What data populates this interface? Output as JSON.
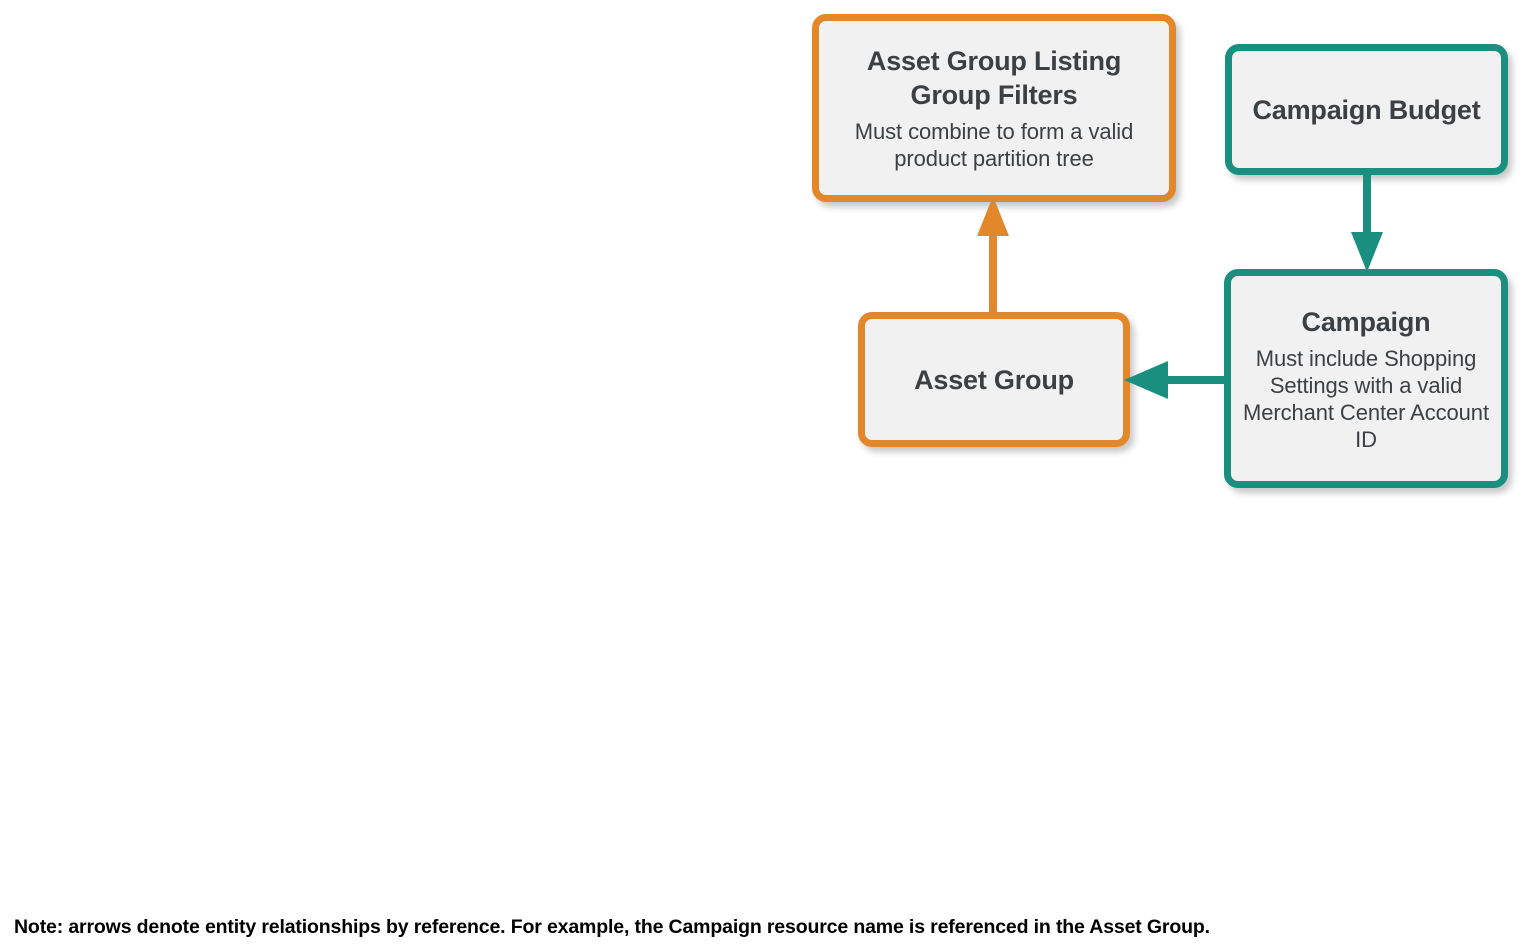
{
  "diagram": {
    "colors": {
      "orange": "#e2882b",
      "teal": "#1a8f80",
      "node_fill": "#f1f1f1",
      "text": "#3c4043",
      "note_text": "#000000",
      "background": "#ffffff"
    },
    "nodes": [
      {
        "id": "asset-group-listing-group-filters",
        "title": "Asset Group Listing Group Filters",
        "description": "Must combine to form a valid product partition tree",
        "color": "orange"
      },
      {
        "id": "campaign-budget",
        "title": "Campaign Budget",
        "description": "",
        "color": "teal"
      },
      {
        "id": "asset-group",
        "title": "Asset Group",
        "description": "",
        "color": "orange"
      },
      {
        "id": "campaign",
        "title": "Campaign",
        "description": "Must include Shopping Settings with a valid Merchant Center Account ID",
        "color": "teal"
      }
    ],
    "edges": [
      {
        "id": "asset-group-to-listing-group-filters",
        "from": "asset-group",
        "to": "asset-group-listing-group-filters",
        "direction": "up",
        "color": "orange"
      },
      {
        "id": "campaign-budget-to-campaign",
        "from": "campaign-budget",
        "to": "campaign",
        "direction": "down",
        "color": "teal"
      },
      {
        "id": "campaign-to-asset-group",
        "from": "campaign",
        "to": "asset-group",
        "direction": "left",
        "color": "teal"
      }
    ],
    "note": "Note: arrows denote entity relationships by reference. For example, the Campaign resource name is referenced in the Asset Group."
  }
}
